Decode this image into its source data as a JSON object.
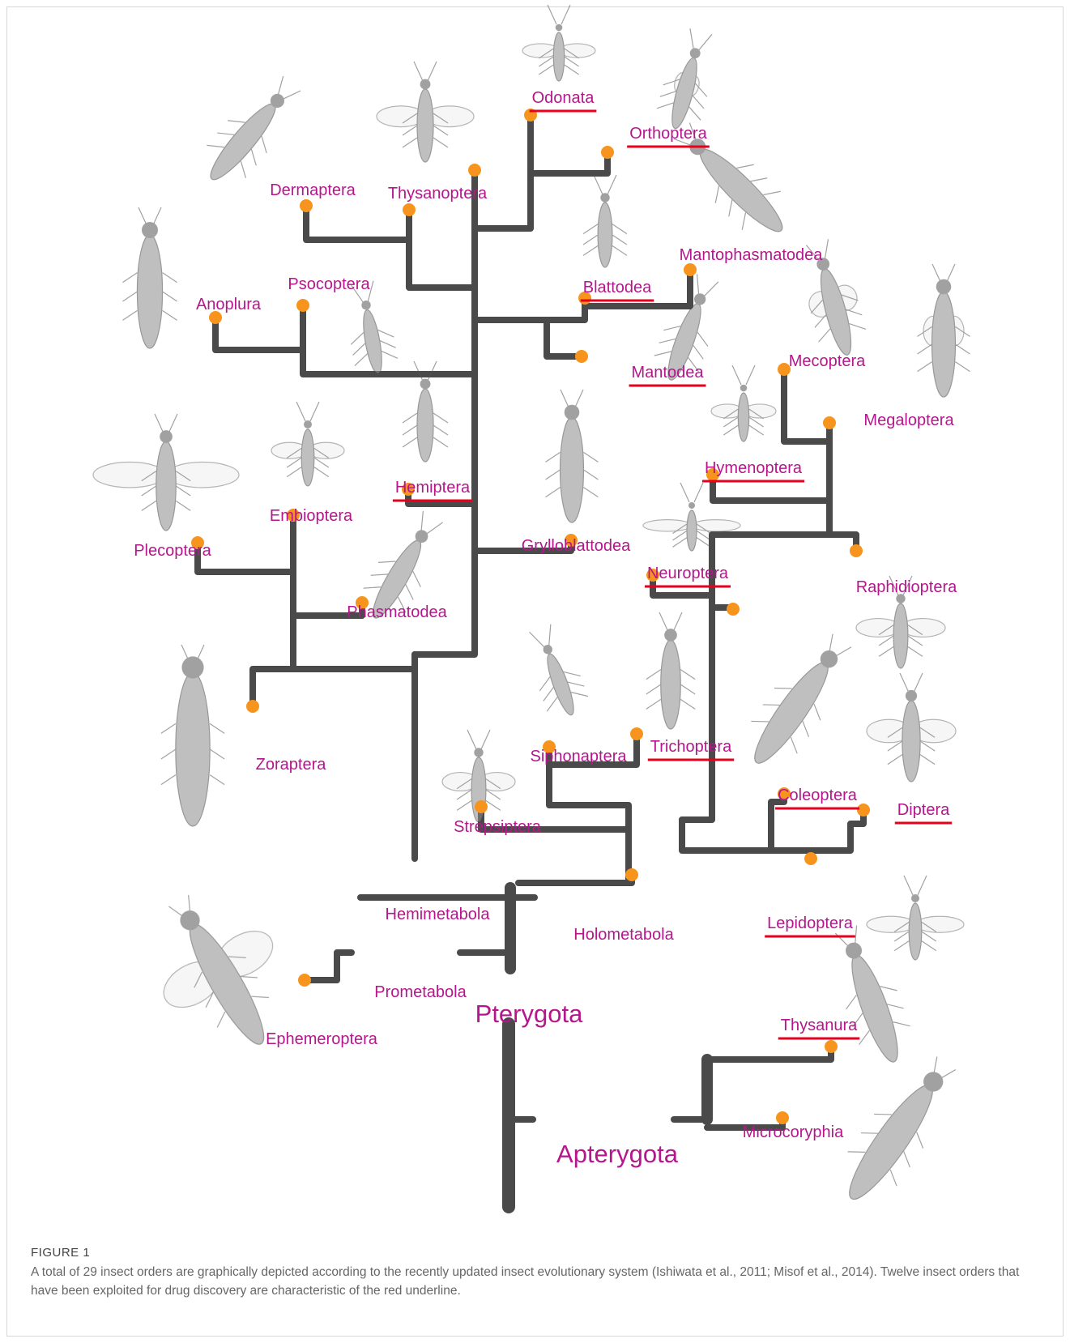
{
  "colors": {
    "branch": "#4a4a4a",
    "node": "#f7941d",
    "label": "#b5168c",
    "underline": "#e8001c"
  },
  "orders": {
    "dermaptera": "Dermaptera",
    "thysanoptera": "Thysanoptera",
    "odonata": "Odonata",
    "orthoptera": "Orthoptera",
    "mantophasmatodea": "Mantophasmatodea",
    "blattodea": "Blattodea",
    "mantodea": "Mantodea",
    "anoplura": "Anoplura",
    "psocoptera": "Psocoptera",
    "mecoptera": "Mecoptera",
    "megaloptera": "Megaloptera",
    "hymenoptera": "Hymenoptera",
    "hemiptera": "Hemiptera",
    "embioptera": "Embioptera",
    "plecoptera": "Plecoptera",
    "grylloblattodea": "Grylloblattodea",
    "neuroptera": "Neuroptera",
    "raphidioptera": "Raphidioptera",
    "phasmatodea": "Phasmatodea",
    "zoraptera": "Zoraptera",
    "siphonaptera": "Siphonaptera",
    "trichoptera": "Trichoptera",
    "coleoptera": "Coleoptera",
    "diptera": "Diptera",
    "strepsiptera": "Strepsiptera",
    "lepidoptera": "Lepidoptera",
    "ephemeroptera": "Ephemeroptera",
    "thysanura": "Thysanura",
    "microcoryphia": "Microcoryphia"
  },
  "groups": {
    "hemimetabola": "Hemimetabola",
    "holometabola": "Holometabola",
    "prometabola": "Prometabola",
    "pterygota": "Pterygota",
    "apterygota": "Apterygota"
  },
  "caption": {
    "label": "FIGURE 1",
    "text": "A total of 29 insect orders are graphically depicted according to the recently updated insect evolutionary system (Ishiwata et al., 2011; Misof et al., 2014). Twelve insect orders that have been exploited for drug discovery are characteristic of the red underline."
  }
}
